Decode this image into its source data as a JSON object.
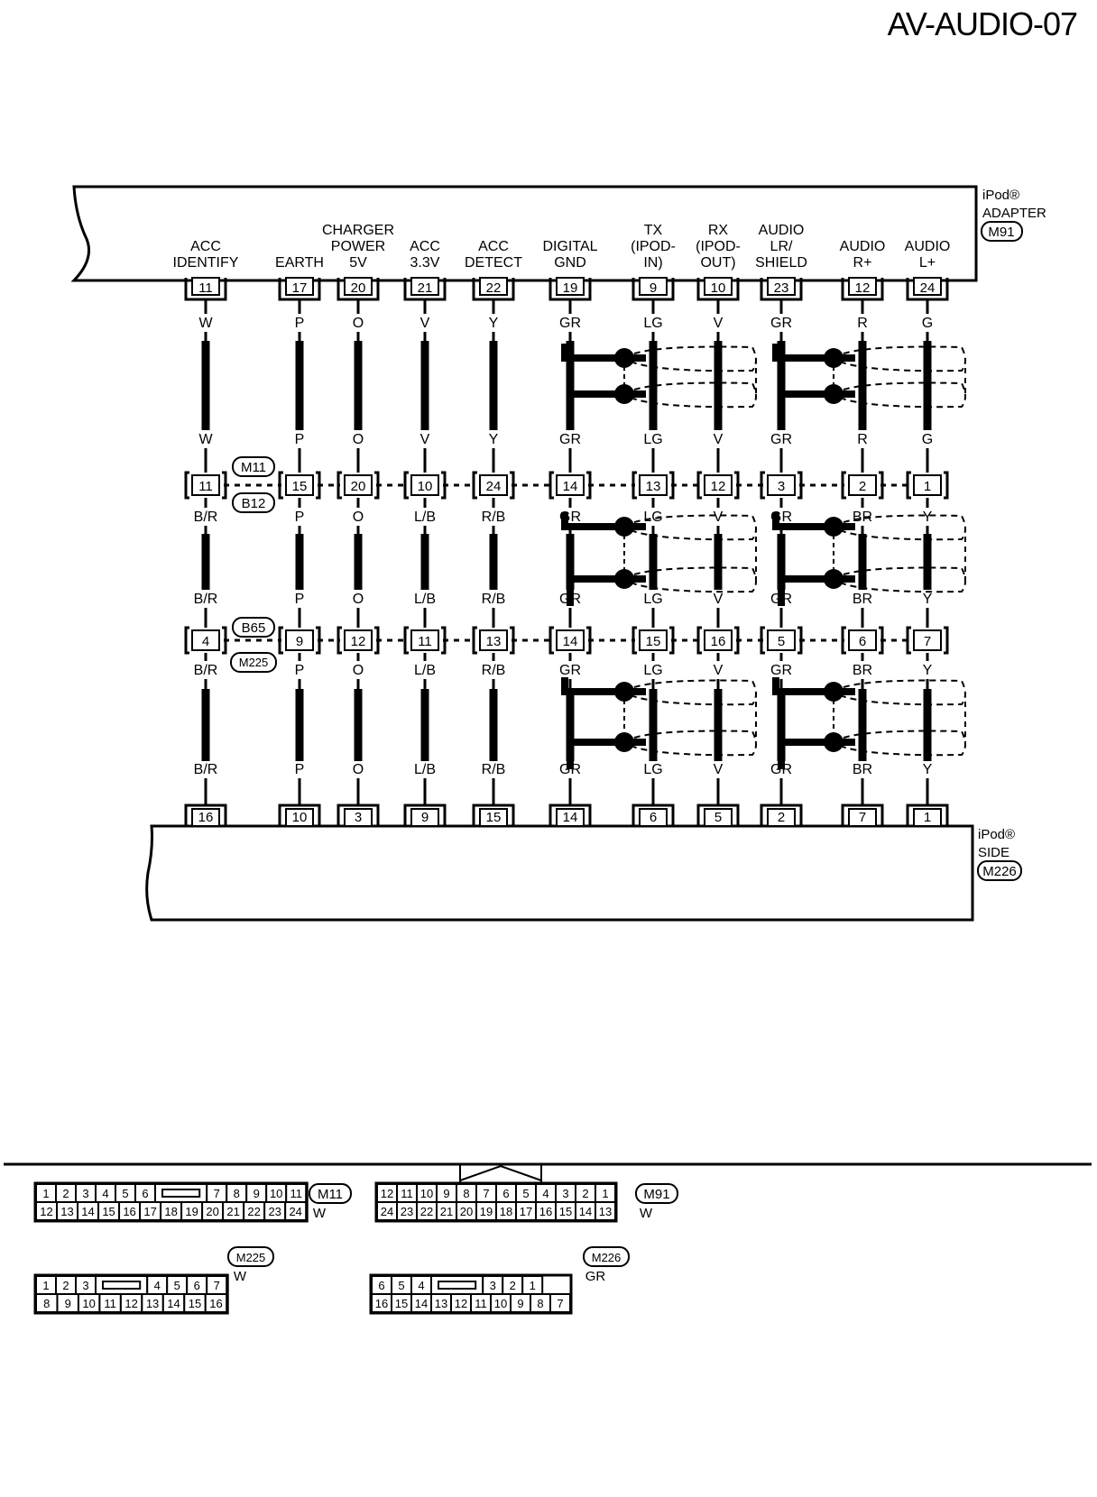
{
  "page_title": "AV-AUDIO-07",
  "top_box": {
    "name_lines": [
      "iPod®",
      "ADAPTER"
    ],
    "code": "M91"
  },
  "bottom_box": {
    "name_lines": [
      "iPod®",
      "SIDE"
    ],
    "code": "M226"
  },
  "junction_1": {
    "top_code": "M11",
    "bottom_code": "B12"
  },
  "junction_2": {
    "top_code": "B65",
    "bottom_code": "M225"
  },
  "circuits": [
    {
      "function": [
        "ACC",
        "IDENTIFY"
      ],
      "p1": "11",
      "c1": "W",
      "c2": "W",
      "p2": "11",
      "c3": "B/R",
      "c4": "B/R",
      "p3": "4",
      "c5": "B/R",
      "c6": "B/R",
      "p4": "16"
    },
    {
      "function": [
        "EARTH"
      ],
      "p1": "17",
      "c1": "P",
      "c2": "P",
      "p2": "15",
      "c3": "P",
      "c4": "P",
      "p3": "9",
      "c5": "P",
      "c6": "P",
      "p4": "10"
    },
    {
      "function": [
        "CHARGER",
        "POWER",
        "5V"
      ],
      "p1": "20",
      "c1": "O",
      "c2": "O",
      "p2": "20",
      "c3": "O",
      "c4": "O",
      "p3": "12",
      "c5": "O",
      "c6": "O",
      "p4": "3"
    },
    {
      "function": [
        "ACC",
        "3.3V"
      ],
      "p1": "21",
      "c1": "V",
      "c2": "V",
      "p2": "10",
      "c3": "L/B",
      "c4": "L/B",
      "p3": "11",
      "c5": "L/B",
      "c6": "L/B",
      "p4": "9"
    },
    {
      "function": [
        "ACC",
        "DETECT"
      ],
      "p1": "22",
      "c1": "Y",
      "c2": "Y",
      "p2": "24",
      "c3": "R/B",
      "c4": "R/B",
      "p3": "13",
      "c5": "R/B",
      "c6": "R/B",
      "p4": "15"
    },
    {
      "function": [
        "DIGITAL",
        "GND"
      ],
      "p1": "19",
      "c1": "GR",
      "c2": "GR",
      "p2": "14",
      "c3": "GR",
      "c4": "GR",
      "p3": "14",
      "c5": "GR",
      "c6": "GR",
      "p4": "14"
    },
    {
      "function": [
        "TX",
        "(IPOD-",
        "IN)"
      ],
      "p1": "9",
      "c1": "LG",
      "c2": "LG",
      "p2": "13",
      "c3": "LG",
      "c4": "LG",
      "p3": "15",
      "c5": "LG",
      "c6": "LG",
      "p4": "6"
    },
    {
      "function": [
        "RX",
        "(IPOD-",
        "OUT)"
      ],
      "p1": "10",
      "c1": "V",
      "c2": "V",
      "p2": "12",
      "c3": "V",
      "c4": "V",
      "p3": "16",
      "c5": "V",
      "c6": "V",
      "p4": "5"
    },
    {
      "function": [
        "AUDIO",
        "LR/",
        "SHIELD"
      ],
      "p1": "23",
      "c1": "GR",
      "c2": "GR",
      "p2": "3",
      "c3": "GR",
      "c4": "GR",
      "p3": "5",
      "c5": "GR",
      "c6": "GR",
      "p4": "2"
    },
    {
      "function": [
        "AUDIO",
        "R+"
      ],
      "p1": "12",
      "c1": "R",
      "c2": "R",
      "p2": "2",
      "c3": "BR",
      "c4": "BR",
      "p3": "6",
      "c5": "BR",
      "c6": "BR",
      "p4": "7"
    },
    {
      "function": [
        "AUDIO",
        "L+"
      ],
      "p1": "24",
      "c1": "G",
      "c2": "G",
      "p2": "1",
      "c3": "Y",
      "c4": "Y",
      "p3": "7",
      "c5": "Y",
      "c6": "Y",
      "p4": "1"
    }
  ],
  "connectors": [
    {
      "code": "M11",
      "color": "W",
      "row1": [
        "1",
        "2",
        "3",
        "4",
        "5",
        "6",
        "",
        "7",
        "8",
        "9",
        "10",
        "11"
      ],
      "row2": [
        "12",
        "13",
        "14",
        "15",
        "16",
        "17",
        "18",
        "19",
        "20",
        "21",
        "22",
        "23",
        "24"
      ]
    },
    {
      "code": "M91",
      "color": "W",
      "row1": [
        "12",
        "11",
        "10",
        "9",
        "8",
        "7",
        "6",
        "5",
        "4",
        "3",
        "2",
        "1"
      ],
      "row2": [
        "24",
        "23",
        "22",
        "21",
        "20",
        "19",
        "18",
        "17",
        "16",
        "15",
        "14",
        "13"
      ]
    },
    {
      "code": "M225",
      "color": "W",
      "row1": [
        "1",
        "2",
        "3",
        "",
        "4",
        "5",
        "6",
        "7"
      ],
      "row2": [
        "8",
        "9",
        "10",
        "11",
        "12",
        "13",
        "14",
        "15",
        "16"
      ]
    },
    {
      "code": "M226",
      "color": "GR",
      "row1": [
        "6",
        "5",
        "4",
        "",
        "3",
        "2",
        "1"
      ],
      "row2": [
        "16",
        "15",
        "14",
        "13",
        "12",
        "11",
        "10",
        "9",
        "8",
        "7"
      ]
    }
  ]
}
